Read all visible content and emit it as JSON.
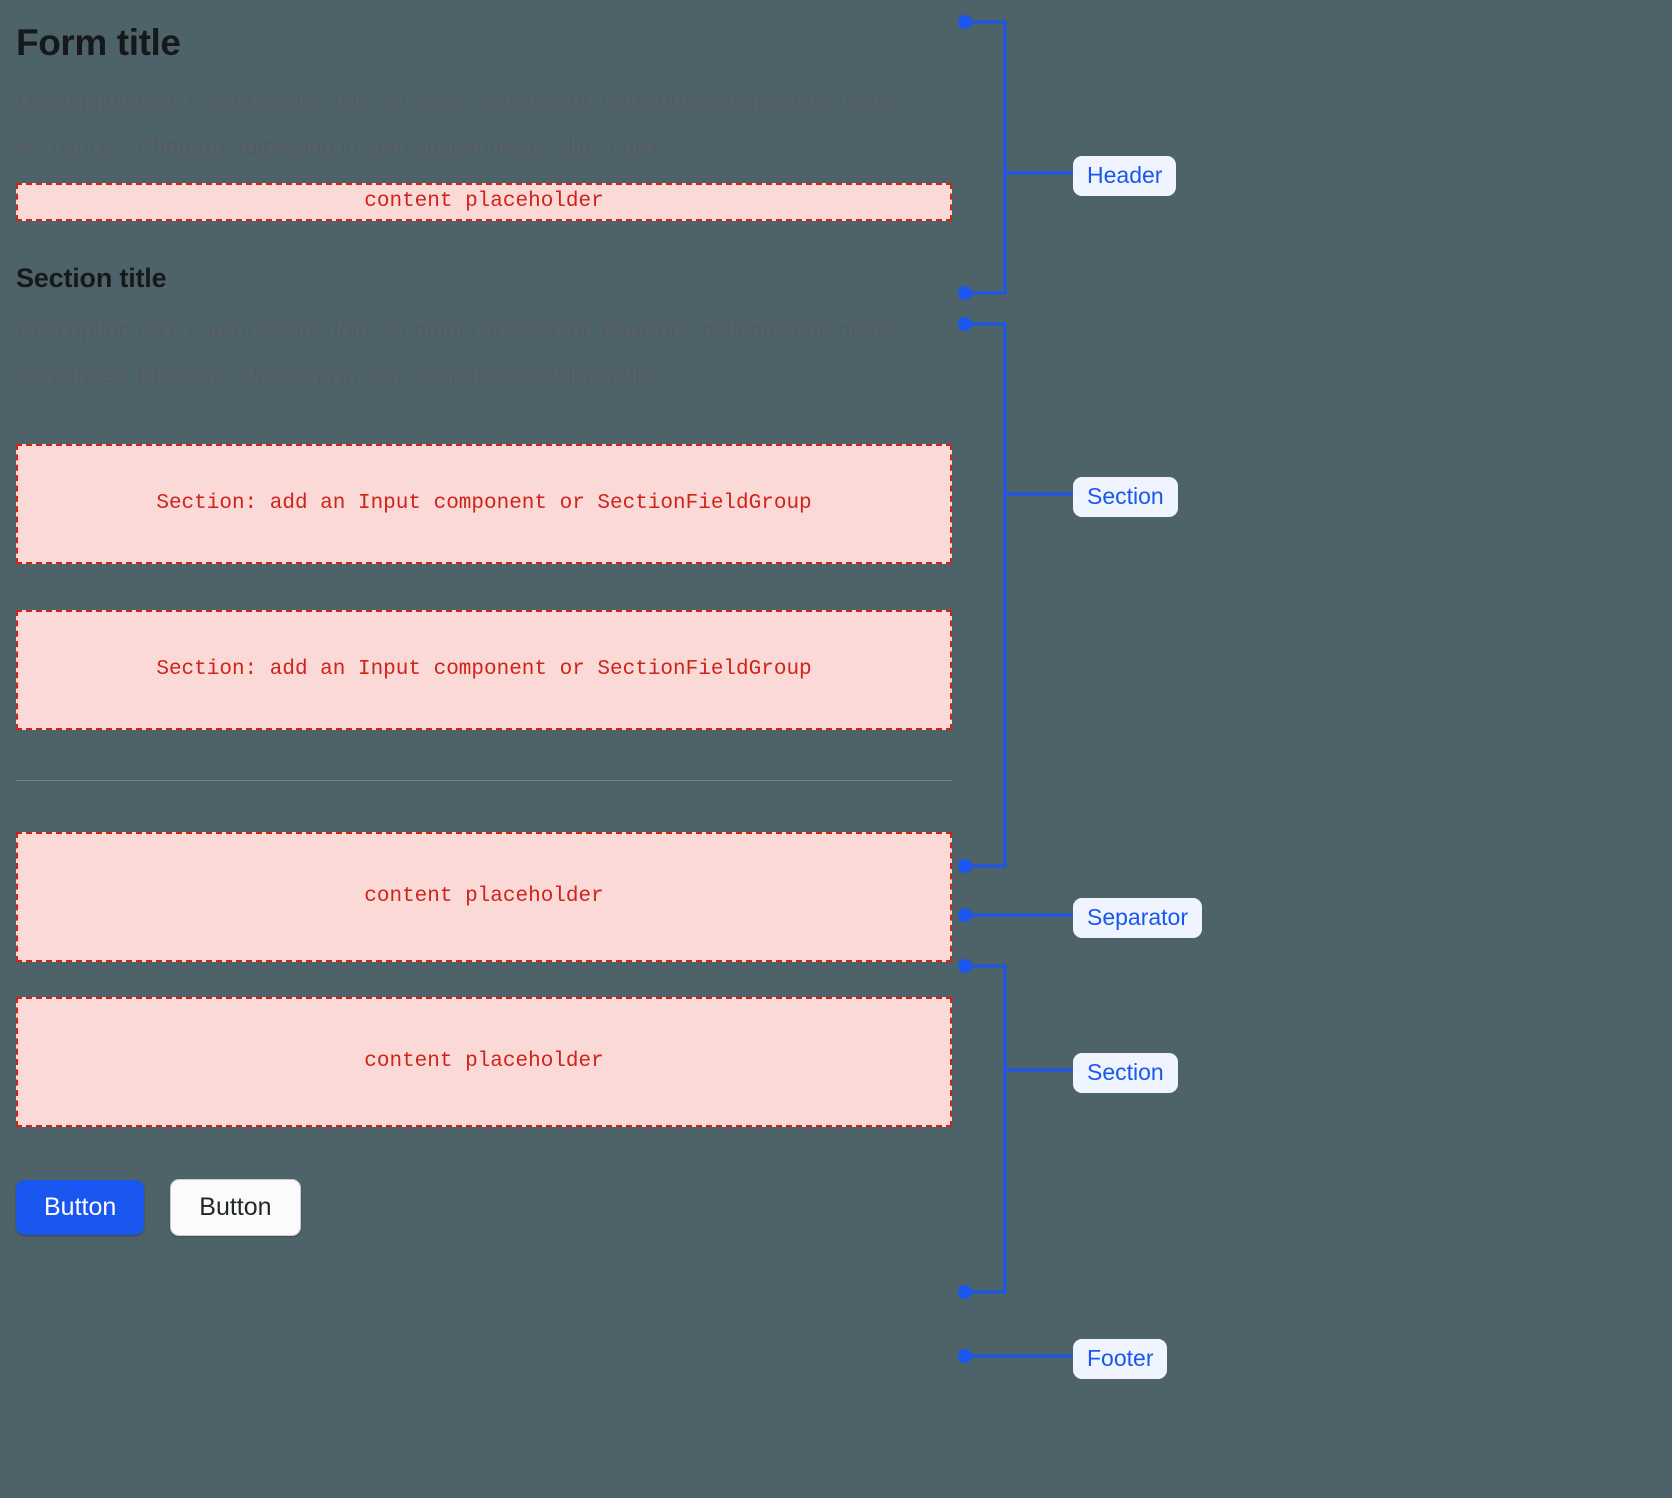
{
  "theme": {
    "page_background": "#4e6369",
    "accent_blue": "#1a56f0",
    "pill_background": "#eff4fe",
    "placeholder_background": "#fad9d6",
    "placeholder_border": "#cf2418",
    "placeholder_text": "#d0231a",
    "title_color": "#15191c",
    "description_color": "#555c60",
    "separator_color": "#6f8086"
  },
  "header": {
    "title": "Form title",
    "description": "Description text. Lorem ipsum dolor sit amet consectetur. Faucibus pellentesque netus vel ultrices. Pharetra adipiscing in sem suspendisse tellus nulla.",
    "placeholder": "content placeholder"
  },
  "section_one": {
    "title": "Section title",
    "description": "Description text. Lorem ipsum dolor sit amet consectetur. Faucibus pellentesque netus vel ultrices. Pharetra adipiscing in sem suspendisse tellus nulla.",
    "placeholder_a": "Section: add an Input component or SectionFieldGroup",
    "placeholder_b": "Section: add an Input component or SectionFieldGroup"
  },
  "section_two": {
    "placeholder_a": "content placeholder",
    "placeholder_b": "content placeholder"
  },
  "footer": {
    "primary_button": "Button",
    "secondary_button": "Button"
  },
  "annotations": [
    {
      "label": "Header"
    },
    {
      "label": "Section"
    },
    {
      "label": "Separator"
    },
    {
      "label": "Section"
    },
    {
      "label": "Footer"
    }
  ]
}
